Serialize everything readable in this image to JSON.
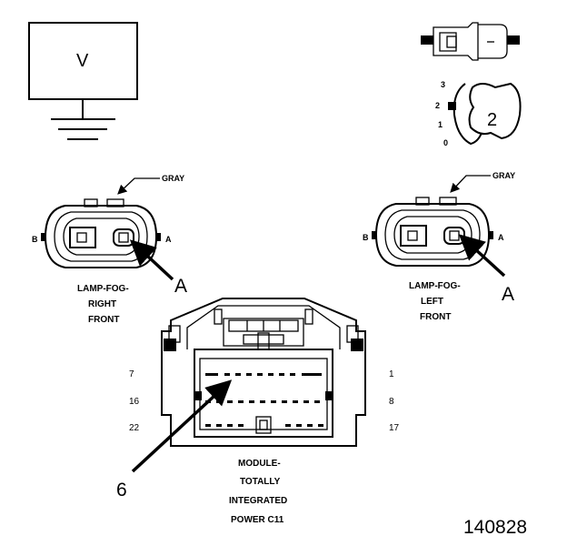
{
  "meter": {
    "symbol": "V"
  },
  "switch_legend": {
    "positions": [
      "3",
      "2",
      "1",
      "0"
    ],
    "selected_number": "2"
  },
  "connector_right_front": {
    "wire_color": "GRAY",
    "pin_b": "B",
    "pin_a": "A",
    "callout": "A",
    "name_lines": [
      "LAMP-FOG-",
      "RIGHT",
      "FRONT"
    ]
  },
  "connector_left_front": {
    "wire_color": "GRAY",
    "pin_b": "B",
    "pin_a": "A",
    "callout": "A",
    "name_lines": [
      "LAMP-FOG-",
      "LEFT",
      "FRONT"
    ]
  },
  "module_connector": {
    "pin_numbers": {
      "top_left": "7",
      "top_right": "1",
      "mid_left": "16",
      "mid_right": "8",
      "bottom_left": "22",
      "bottom_right": "17"
    },
    "callout": "6",
    "name_lines": [
      "MODULE-",
      "TOTALLY",
      "INTEGRATED",
      "POWER C11"
    ]
  },
  "figure_number": "140828"
}
